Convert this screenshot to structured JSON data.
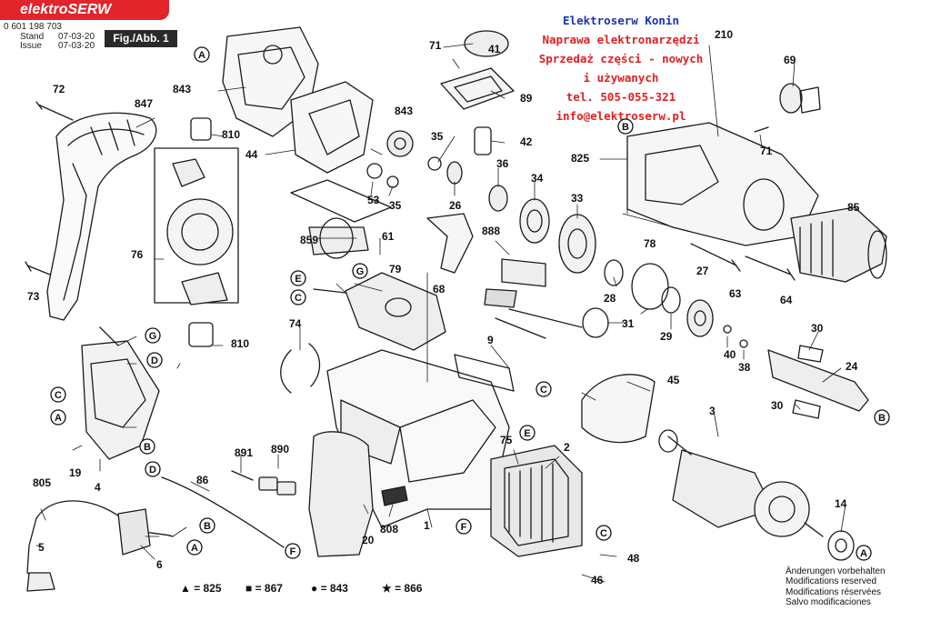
{
  "header": {
    "doc_number": "0 601 198 703",
    "stand_label": "Stand",
    "stand_value": "07-03-20",
    "issue_label": "Issue",
    "issue_value": "07-03-20",
    "fig_label": "Fig./Abb. 1",
    "logo_text": "elektroSERW"
  },
  "advert": {
    "title": "Elektroserw Konin",
    "line1": "Naprawa elektronarzędzi",
    "line2": "Sprzedaż części - nowych",
    "line3": "i używanych",
    "phone": "tel. 505-055-321",
    "email": "info@elektroserw.pl"
  },
  "notice": {
    "de": "Änderungen vorbehalten",
    "en": "Modifications reserved",
    "fr": "Modifications réservées",
    "es": "Salvo modificaciones"
  },
  "legend": [
    {
      "symbol": "▲",
      "label": "= 825"
    },
    {
      "symbol": "■",
      "label": "= 867"
    },
    {
      "symbol": "●",
      "label": "= 843"
    },
    {
      "symbol": "★",
      "label": "= 866"
    }
  ],
  "part_numbers": [
    "72",
    "847",
    "73",
    "810",
    "76",
    "810",
    "843",
    "44",
    "A",
    "843",
    "53",
    "35",
    "35",
    "26",
    "36",
    "71",
    "41",
    "89",
    "42",
    "859",
    "61",
    "888",
    "34",
    "33",
    "E",
    "G",
    "79",
    "68",
    "C",
    "74",
    "9",
    "31",
    "28",
    "29",
    "30",
    "24",
    "30",
    "825",
    "78",
    "27",
    "63",
    "64",
    "85",
    "210",
    "69",
    "71",
    "B",
    "40",
    "38",
    "45",
    "C",
    "3",
    "B",
    "14",
    "A",
    "2",
    "75",
    "E",
    "C",
    "F",
    "48",
    "46",
    "891",
    "890",
    "D",
    "86",
    "F",
    "20",
    "808",
    "1",
    "G",
    "D",
    "C",
    "A",
    "B",
    "19",
    "4",
    "805",
    "5",
    "B",
    "A",
    "6"
  ],
  "colors": {
    "ink": "#1a1a1a",
    "accent_red": "#e2242b",
    "ad_blue": "#1a35b5",
    "ad_red": "#e02020"
  }
}
